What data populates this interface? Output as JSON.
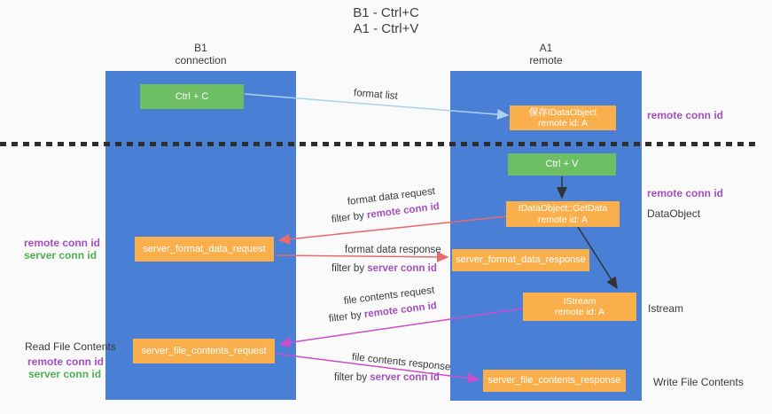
{
  "title": {
    "line1": "B1 - Ctrl+C",
    "line2": "A1 - Ctrl+V"
  },
  "lifelines": {
    "left": {
      "name": "B1",
      "role": "connection"
    },
    "right": {
      "name": "A1",
      "role": "remote"
    }
  },
  "boxes": {
    "ctrl_c": {
      "label": "Ctrl + C"
    },
    "ctrl_v": {
      "label": "Ctrl + V"
    },
    "save_dataobject": {
      "line1": "保存IDataObject",
      "line2": "remote id: A"
    },
    "getdata": {
      "line1": "IDataObject::GetData",
      "line2": "remote id: A"
    },
    "istream": {
      "line1": "IStream",
      "line2": "remote id: A"
    },
    "server_format_data_request": {
      "label": "server_format_data_request"
    },
    "server_format_data_response": {
      "label": "server_format_data_response"
    },
    "server_file_contents_request": {
      "label": "server_file_contents_request"
    },
    "server_file_contents_response": {
      "label": "server_file_contents_response"
    }
  },
  "side_labels": {
    "remote_conn_id_top_right": "remote conn id",
    "remote_conn_id_mid_right": "remote conn id",
    "dataobject": "DataObject",
    "istream": "Istream",
    "write_file_contents": "Write File Contents",
    "read_file_contents": "Read File Contents",
    "remote_conn_id_left_mid": "remote conn id",
    "server_conn_id_left_mid": "server conn id",
    "remote_conn_id_left_bottom": "remote conn id",
    "server_conn_id_left_bottom": "server conn id"
  },
  "flow_labels": {
    "format_list": "format list",
    "format_data_request": "format data request",
    "format_data_response": "format data response",
    "file_contents_request": "file contents request",
    "file_contents_response": "file contents response",
    "filter_format_request": {
      "prefix": "filter by ",
      "id": "remote conn id"
    },
    "filter_format_response": {
      "prefix": "filter by ",
      "id": "server conn id"
    },
    "filter_file_request": {
      "prefix": "filter by ",
      "id": "remote conn id"
    },
    "filter_file_response": {
      "prefix": "filter by ",
      "id": "server conn id"
    }
  },
  "colors": {
    "background": "#fafafa",
    "lifeline_blue": "#4a7fd6",
    "box_orange": "#f9af4b",
    "box_green": "#6ebe64",
    "purple_text": "#a44fc0",
    "green_text": "#4db053",
    "arrow_red": "#e86a6a",
    "arrow_magenta": "#c94ec9",
    "arrow_blue": "#a8d2f0",
    "arrow_black": "#333333",
    "text_dark": "#3a3a3a"
  }
}
